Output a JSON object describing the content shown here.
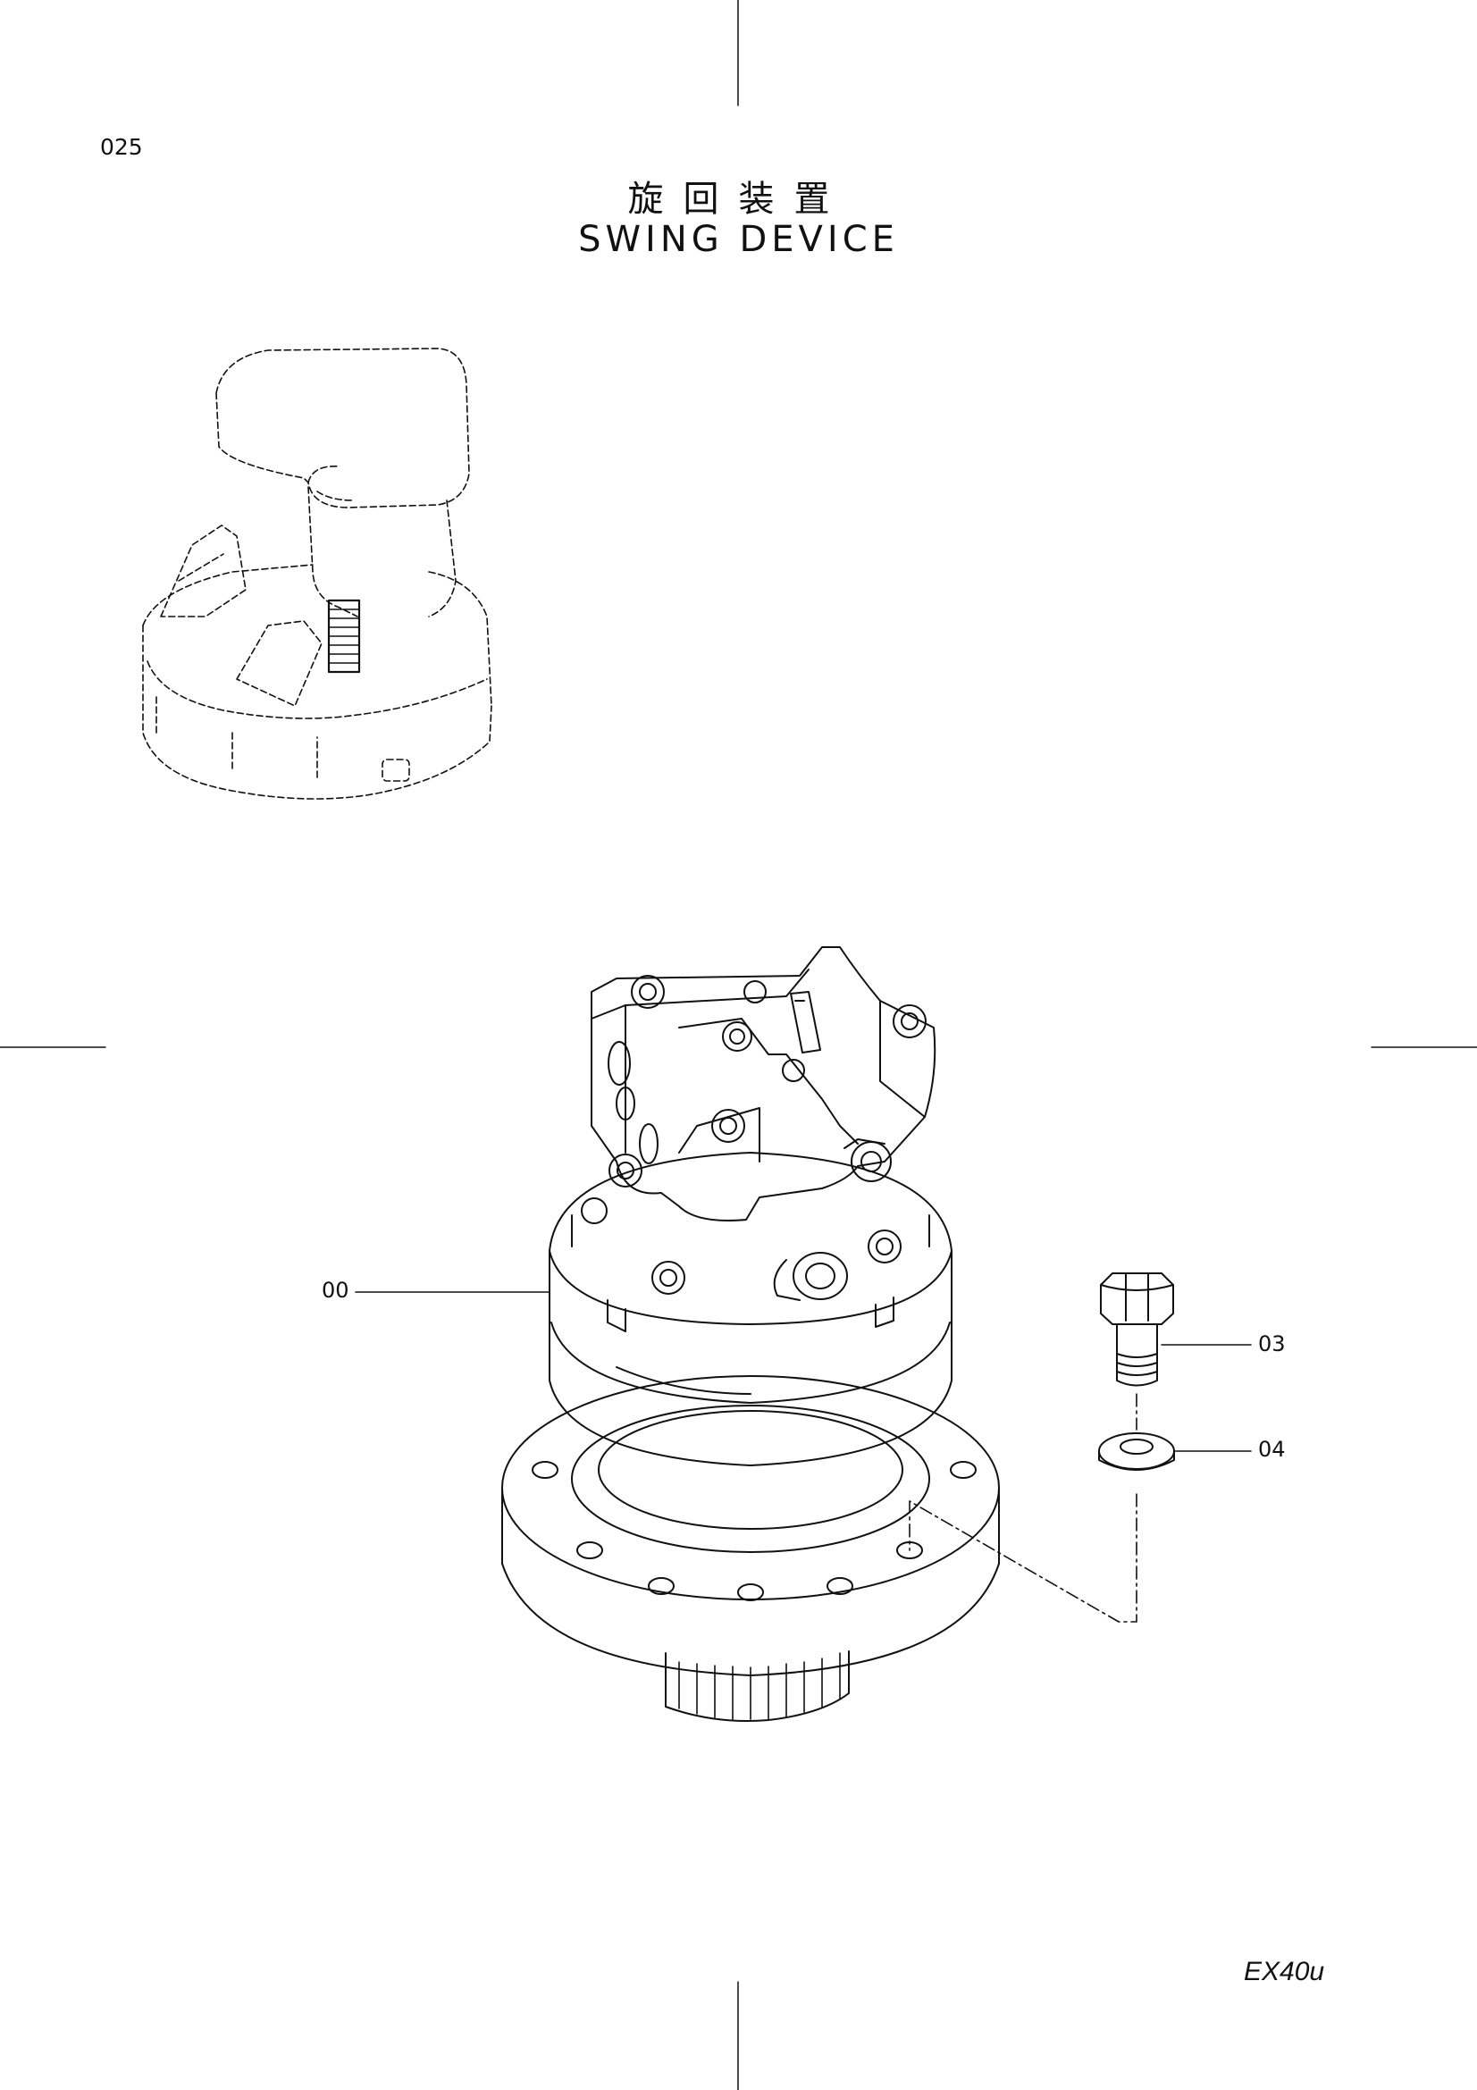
{
  "page": {
    "number": "025",
    "title_jp": "旋回装置",
    "title_en": "SWING DEVICE",
    "model": "EX40u"
  },
  "callouts": [
    {
      "id": "00",
      "label": "00"
    },
    {
      "id": "03",
      "label": "03"
    },
    {
      "id": "04",
      "label": "04"
    }
  ],
  "colors": {
    "ink": "#111111",
    "paper": "#ffffff"
  }
}
